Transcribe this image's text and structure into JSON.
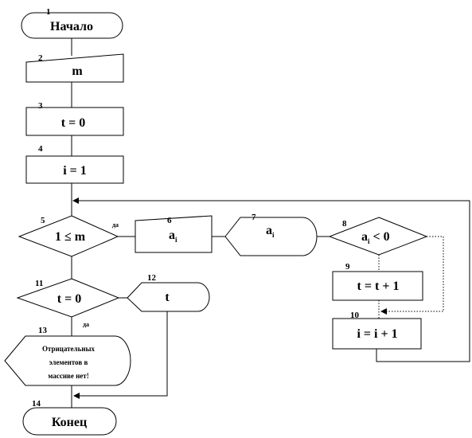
{
  "colors": {
    "stroke": "#000000",
    "background": "#ffffff"
  },
  "blocks": {
    "b1": {
      "num": "1",
      "label": "Начало"
    },
    "b2": {
      "num": "2",
      "label": "m"
    },
    "b3": {
      "num": "3",
      "label": "t = 0"
    },
    "b4": {
      "num": "4",
      "label": "i = 1"
    },
    "b5": {
      "num": "5",
      "label": "1 ≤ m",
      "yes": "да"
    },
    "b6": {
      "num": "6",
      "label": "a",
      "sub": "i"
    },
    "b7": {
      "num": "7",
      "label": "a",
      "sub": "i"
    },
    "b8": {
      "num": "8",
      "label": "a",
      "sub": "i",
      "rest": " < 0"
    },
    "b9": {
      "num": "9",
      "label": "t = t + 1"
    },
    "b10": {
      "num": "10",
      "label": "i = i + 1"
    },
    "b11": {
      "num": "11",
      "label": "t = 0",
      "yes": "да"
    },
    "b12": {
      "num": "12",
      "label": "t"
    },
    "b13": {
      "num": "13",
      "lines": [
        "Отрицательных",
        "элементов в",
        "массиве  нет!"
      ]
    },
    "b14": {
      "num": "14",
      "label": "Конец"
    }
  }
}
